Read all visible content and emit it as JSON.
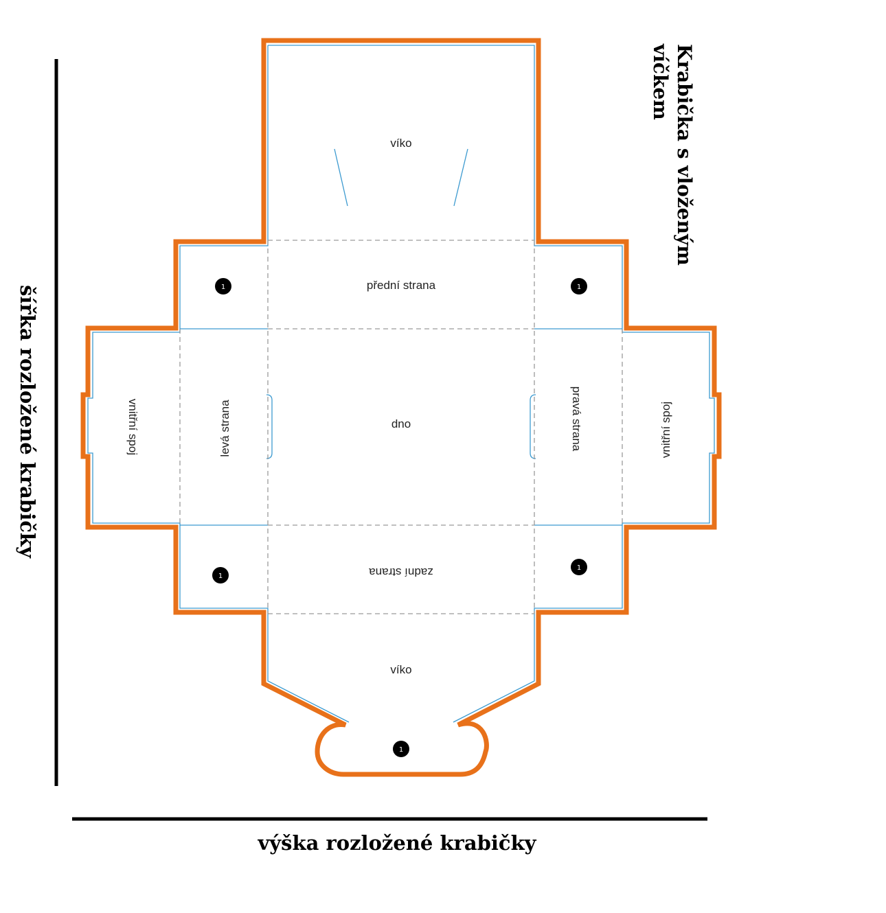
{
  "title": {
    "line1": "Krabička s vloženým",
    "line2": "víčkem"
  },
  "axes": {
    "width_label": "šířka rozložené krabičky",
    "height_label": "výška rozložené krabičky"
  },
  "panels": {
    "lid_top": "víko",
    "front": "přední strana",
    "bottom": "dno",
    "left": "levá strana",
    "right": "pravá strana",
    "inner_joint_left": "vnitřní spoj",
    "inner_joint_right": "vnitřní spoj",
    "back": "zadní strana",
    "lid_bottom": "víko"
  },
  "glue_marker": "1",
  "colors": {
    "cut_line": "#e8711a",
    "crease_line": "#3c9ad0",
    "fold_line": "#9a9a9a",
    "axis_line": "#000000"
  }
}
